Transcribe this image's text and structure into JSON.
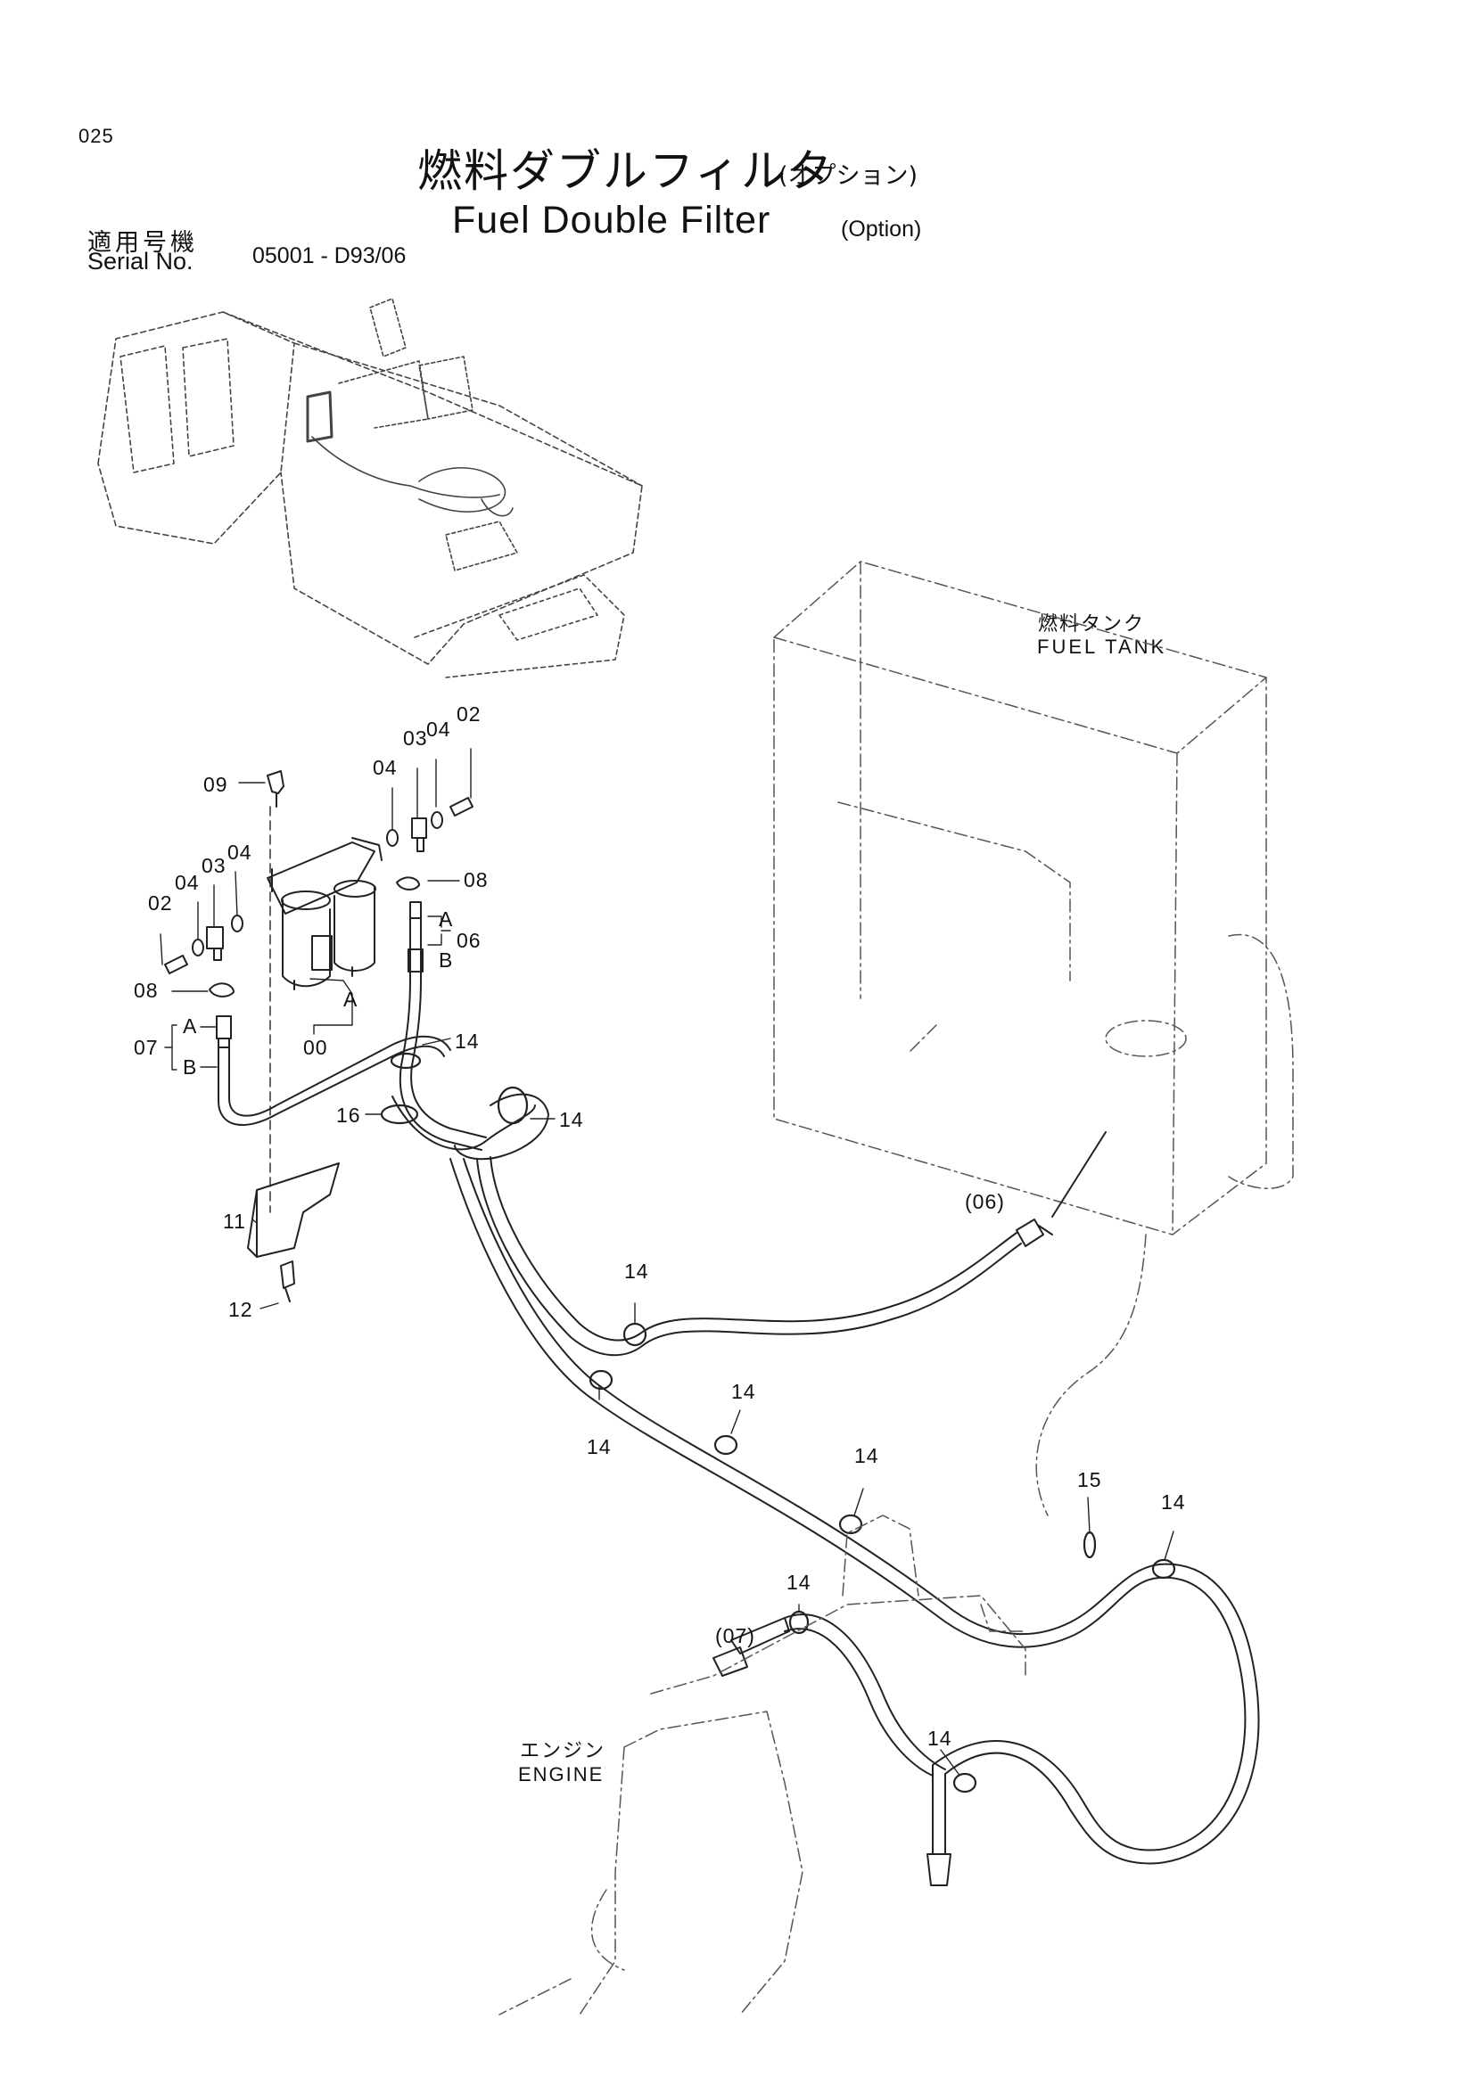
{
  "page": {
    "number": "025"
  },
  "title": {
    "jp": "燃料ダブルフィルタ",
    "jp_sub": "(オプション)",
    "en": "Fuel Double Filter",
    "en_sub": "(Option)"
  },
  "serial": {
    "label_jp": "適用号機",
    "label_en": "Serial No.",
    "value": "05001 - D93/06"
  },
  "components": {
    "fuel_tank": {
      "jp": "燃料タンク",
      "en": "FUEL TANK"
    },
    "engine": {
      "jp": "エンジン",
      "en": "ENGINE"
    }
  },
  "callouts": {
    "c09": "09",
    "c02a": "02",
    "c04a": "04",
    "c03a": "03",
    "c04b": "04",
    "c08a": "08",
    "c04c": "04",
    "c03b": "03",
    "c04d": "04",
    "c02b": "02",
    "c08b": "08",
    "cA1": "A",
    "cB1": "B",
    "c06a": "06",
    "cA2": "A",
    "c00": "00",
    "c07a": "07",
    "cA3": "A",
    "cB3": "B",
    "c14a": "14",
    "c16": "16",
    "c14b": "14",
    "c11": "11",
    "c12": "12",
    "c06b": "(06)",
    "c14c": "14",
    "c14d": "14",
    "c14e": "14",
    "c14f": "14",
    "c15": "15",
    "c14g": "14",
    "c14h": "14",
    "c07b": "(07)",
    "c14i": "14"
  }
}
